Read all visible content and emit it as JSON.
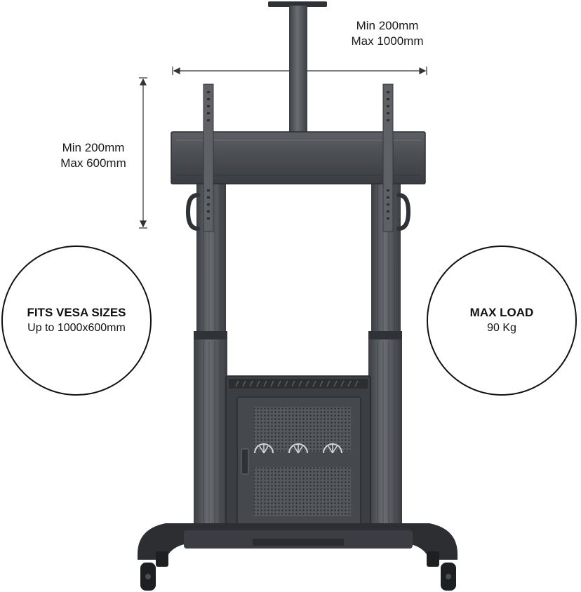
{
  "width_dimension": {
    "min": "Min 200mm",
    "max": "Max 1000mm"
  },
  "height_dimension": {
    "min": "Min 200mm",
    "max": "Max 600mm"
  },
  "vesa_badge": {
    "title": "FITS VESA SIZES",
    "value": "Up to 1000x600mm"
  },
  "load_badge": {
    "title": "MAX LOAD",
    "value": "90 Kg"
  },
  "colors": {
    "metal": "#4a4d52",
    "metal_dark": "#2f3236",
    "metal_light": "#6b6e73",
    "text": "#111111"
  },
  "icons": [
    "tv-stand-illustration",
    "dimension-arrow-icon"
  ]
}
